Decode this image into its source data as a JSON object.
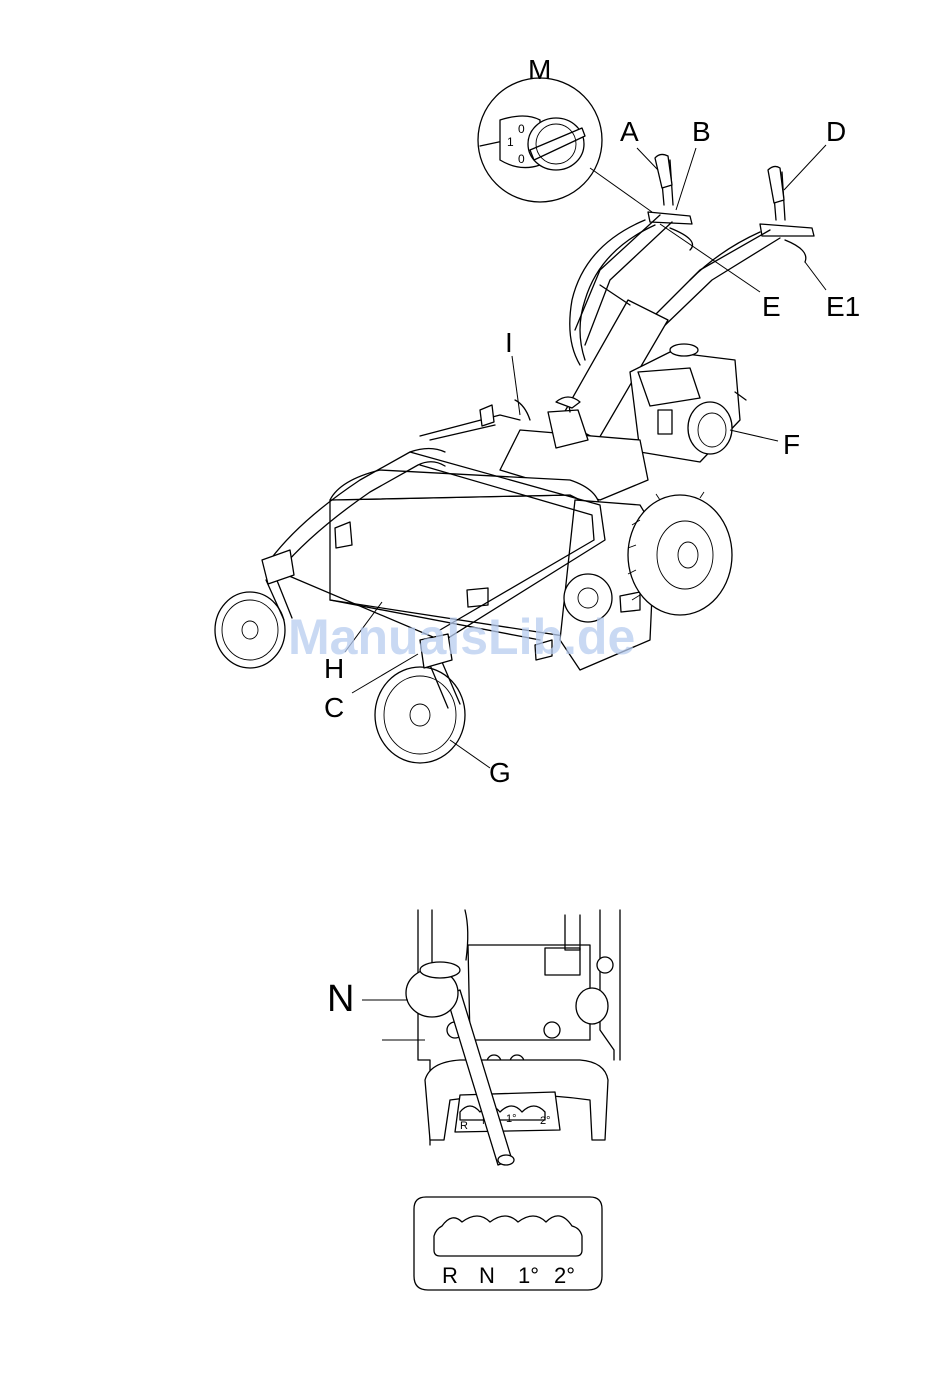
{
  "callouts": {
    "M": "M",
    "A": "A",
    "B": "B",
    "D": "D",
    "E": "E",
    "E1": "E1",
    "I": "I",
    "F": "F",
    "H": "H",
    "C": "C",
    "G": "G",
    "N": "N"
  },
  "dial_marks": {
    "on": "1",
    "off_top": "0",
    "off_bottom": "0"
  },
  "gear_positions": [
    "R",
    "N",
    "1°",
    "2°"
  ],
  "watermark": "ManualsLib.de"
}
